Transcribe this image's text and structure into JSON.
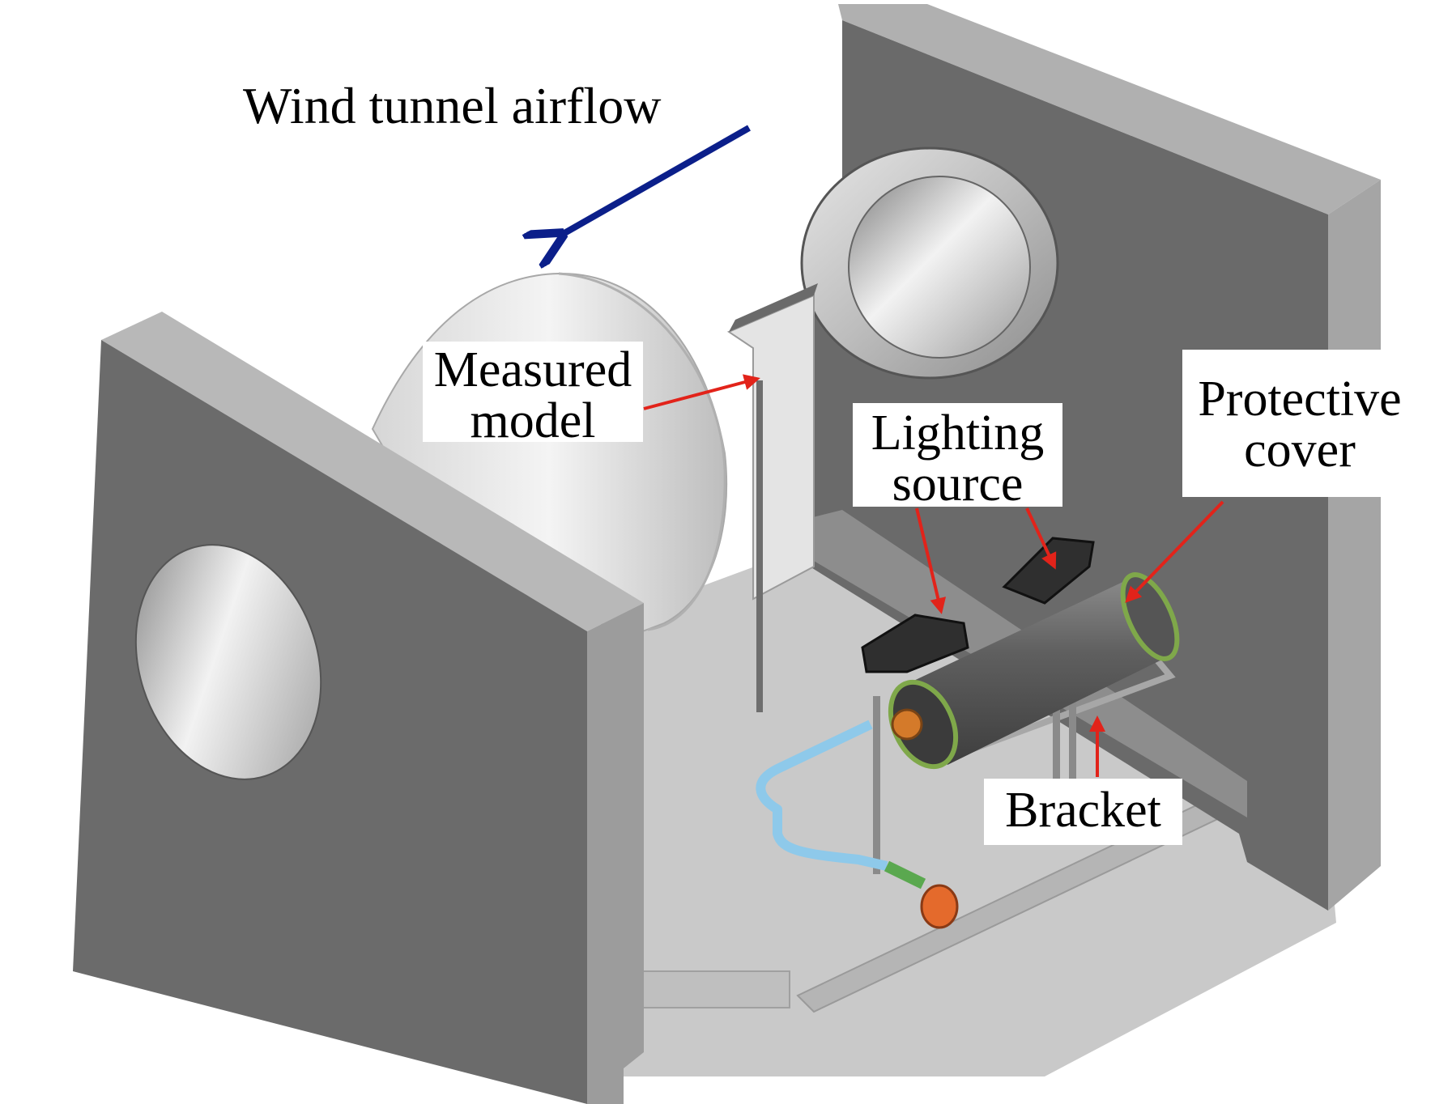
{
  "labels": {
    "airflow": "Wind tunnel airflow",
    "measured_model": [
      "Measured",
      "model"
    ],
    "lighting_source": [
      "Lighting",
      "source"
    ],
    "protective_cover": [
      "Protective",
      "cover"
    ],
    "bracket": "Bracket"
  },
  "colors": {
    "wall": "#6b6b6b",
    "wall_edge": "#b4b4b4",
    "floor": "#c9c9c9",
    "airflow_arrow": "#0b1f8a",
    "callout_arrow": "#e2231a",
    "cylinder": "#5c5c5c",
    "pipe": "#8ec9ea"
  }
}
